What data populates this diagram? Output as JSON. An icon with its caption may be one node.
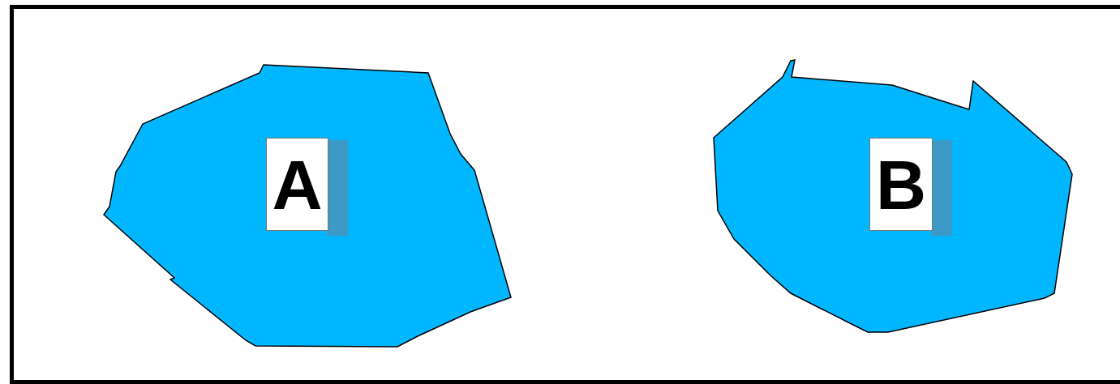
{
  "diagram": {
    "nodes": [
      {
        "text": [],
        "shape": "blob"
      },
      {
        "text": [
          "A"
        ],
        "in": 0
      },
      {
        "text": [],
        "shape": "blob"
      },
      {
        "text": [
          "B"
        ],
        "in": 2
      }
    ]
  }
}
